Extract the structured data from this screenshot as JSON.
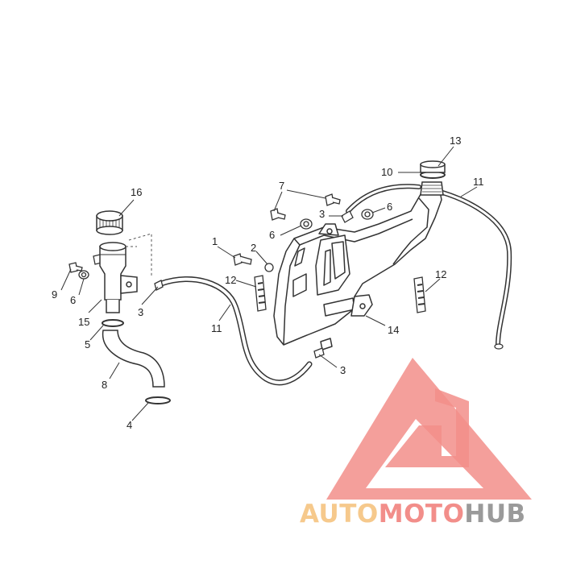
{
  "diagram": {
    "callouts": [
      "1",
      "2",
      "3",
      "3",
      "3",
      "4",
      "5",
      "6",
      "6",
      "6",
      "7",
      "8",
      "9",
      "10",
      "11",
      "11",
      "12",
      "12",
      "13",
      "14",
      "15",
      "16"
    ]
  },
  "watermark": {
    "part1": "AUTO",
    "part2": "MOTO",
    "part3": "HUB",
    "colors": {
      "auto": "#f6c98c",
      "moto": "#f28e8a",
      "hub": "#9a9a9a",
      "logo": "#f28e8a"
    }
  }
}
